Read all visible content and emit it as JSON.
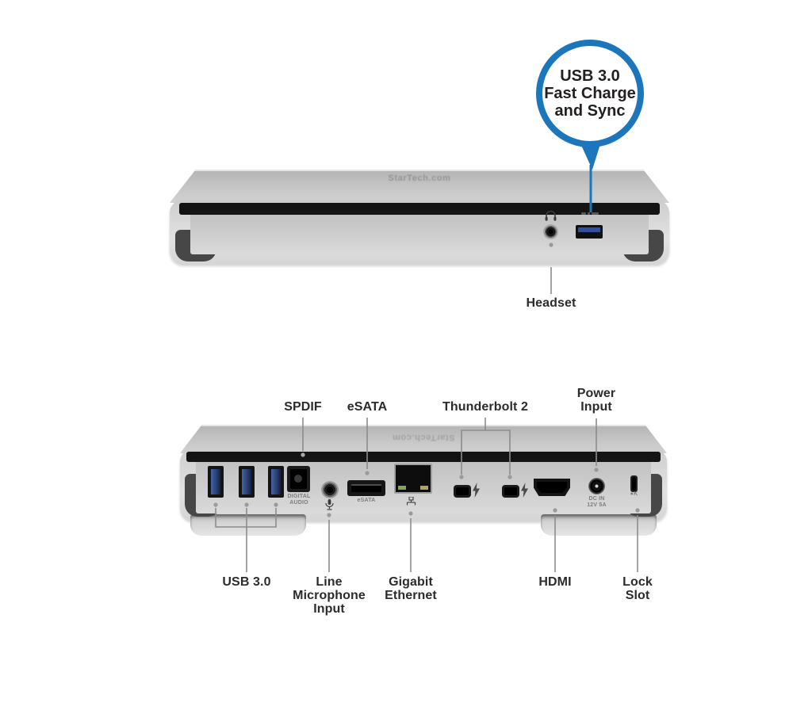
{
  "accent_color": "#1b76bc",
  "line_color": "#8c8c8c",
  "callout": {
    "line1": "USB 3.0",
    "line2": "Fast Charge",
    "line3": "and Sync"
  },
  "front": {
    "logo": "StarTech.com",
    "headset_label": "Headset"
  },
  "rear": {
    "logo": "StarTech.com",
    "top_labels": {
      "spdif": "SPDIF",
      "esata": "eSATA",
      "thunderbolt": "Thunderbolt 2",
      "power1": "Power",
      "power2": "Input"
    },
    "bottom_labels": {
      "usb": "USB 3.0",
      "mic1": "Line",
      "mic2": "Microphone",
      "mic3": "Input",
      "eth1": "Gigabit",
      "eth2": "Ethernet",
      "hdmi": "HDMI",
      "lock1": "Lock",
      "lock2": "Slot"
    },
    "port_markings": {
      "spdif1": "DIGITAL",
      "spdif2": "AUDIO",
      "esata": "eSATA",
      "dc1": "DC IN",
      "dc2": "12V 5A",
      "lock": "●K"
    }
  },
  "icons": {
    "headset_port": "headphones-icon",
    "microphone_port": "microphone-icon",
    "ethernet_port": "network-icon",
    "thunderbolt_port": "lightning-icon",
    "usb_fast_charge_port": "usb-ss-icon"
  }
}
